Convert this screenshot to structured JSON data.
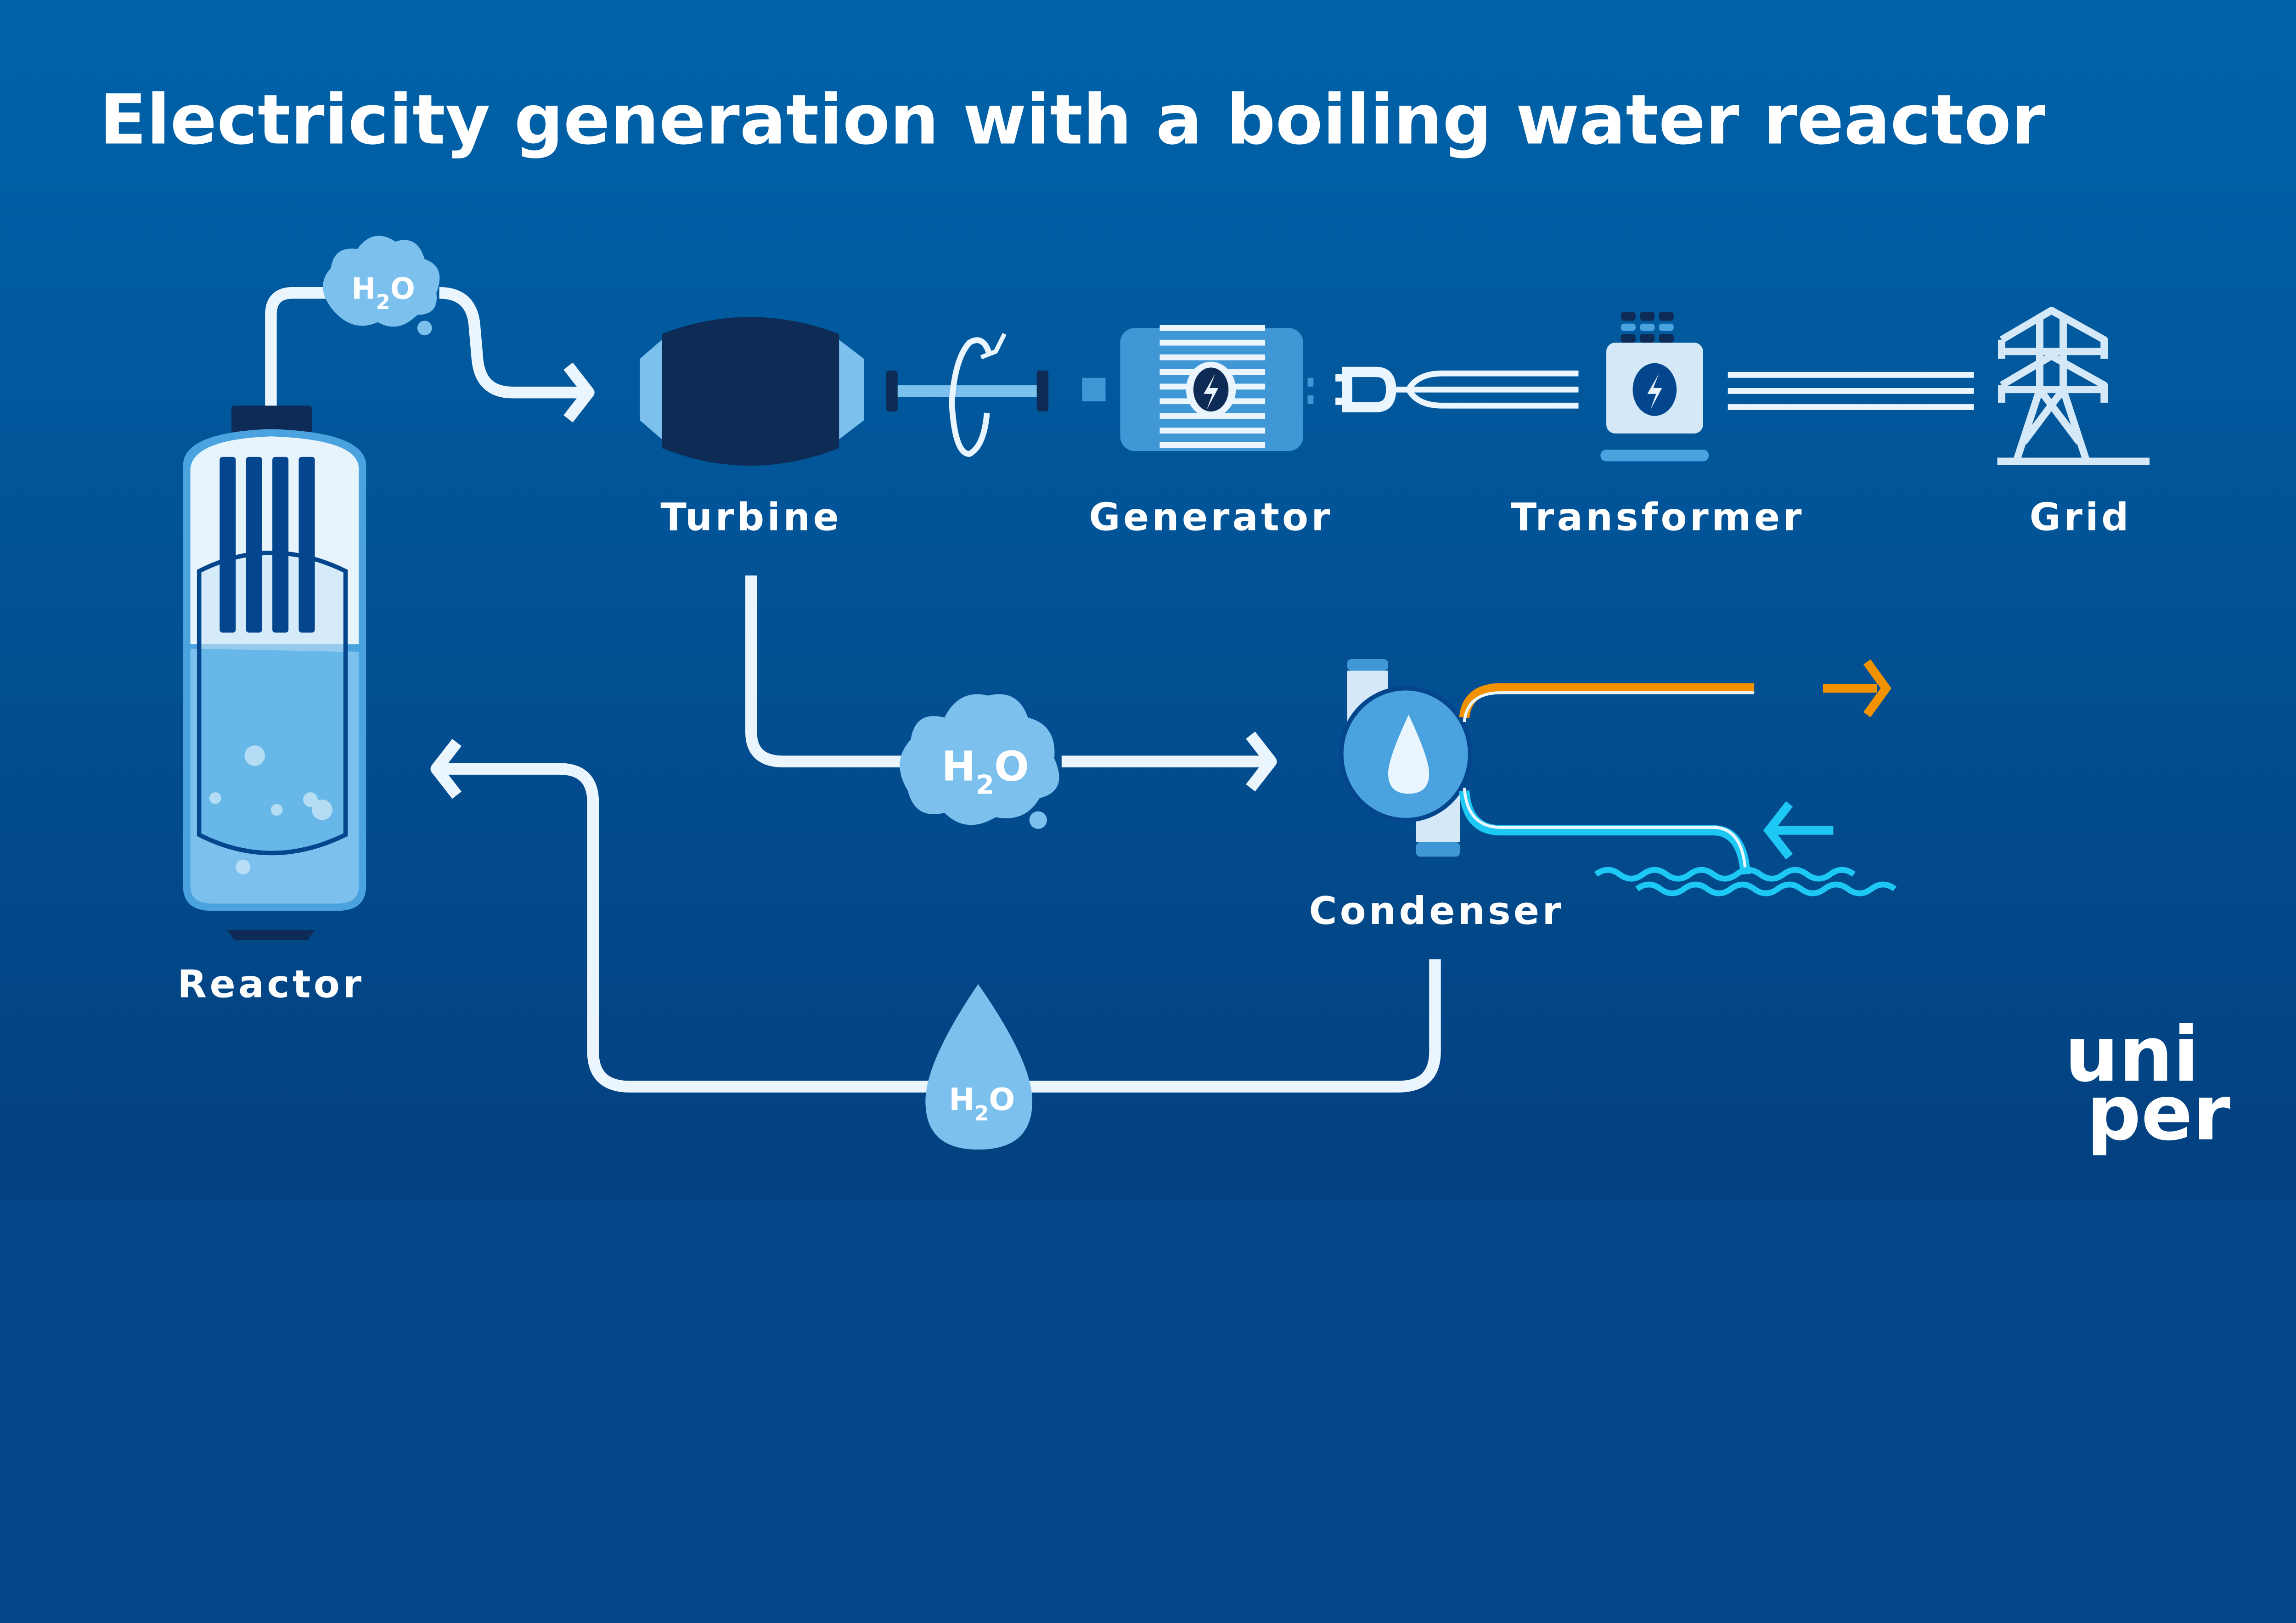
{
  "title": "Electricity generation with a boiling water reactor",
  "components": {
    "reactor": "Reactor",
    "turbine": "Turbine",
    "generator": "Generator",
    "transformer": "Transformer",
    "grid": "Grid",
    "condenser": "Condenser"
  },
  "water_labels": {
    "steam_top": {
      "main": "H",
      "sub": "2",
      "end": "O"
    },
    "steam_mid": {
      "main": "H",
      "sub": "2",
      "end": "O"
    },
    "liquid_bottom": {
      "main": "H",
      "sub": "2",
      "end": "O"
    }
  },
  "logo": {
    "line1": "uni",
    "line2": "per"
  },
  "colors": {
    "background_top": "#0063aa",
    "background_bottom": "#03407f",
    "pipe": "#eaf5fd",
    "light_blue": "#7cc1ee",
    "mid_blue": "#4aa3df",
    "dark_navy": "#0d2b55",
    "hot_water": "#f39200",
    "cold_water": "#1ec8f5"
  },
  "icons": [
    "reactor-vessel",
    "steam-cloud",
    "turbine",
    "shaft-rotation",
    "generator",
    "plug",
    "transformer",
    "pylon",
    "condenser",
    "water-drop",
    "waves",
    "arrow"
  ]
}
